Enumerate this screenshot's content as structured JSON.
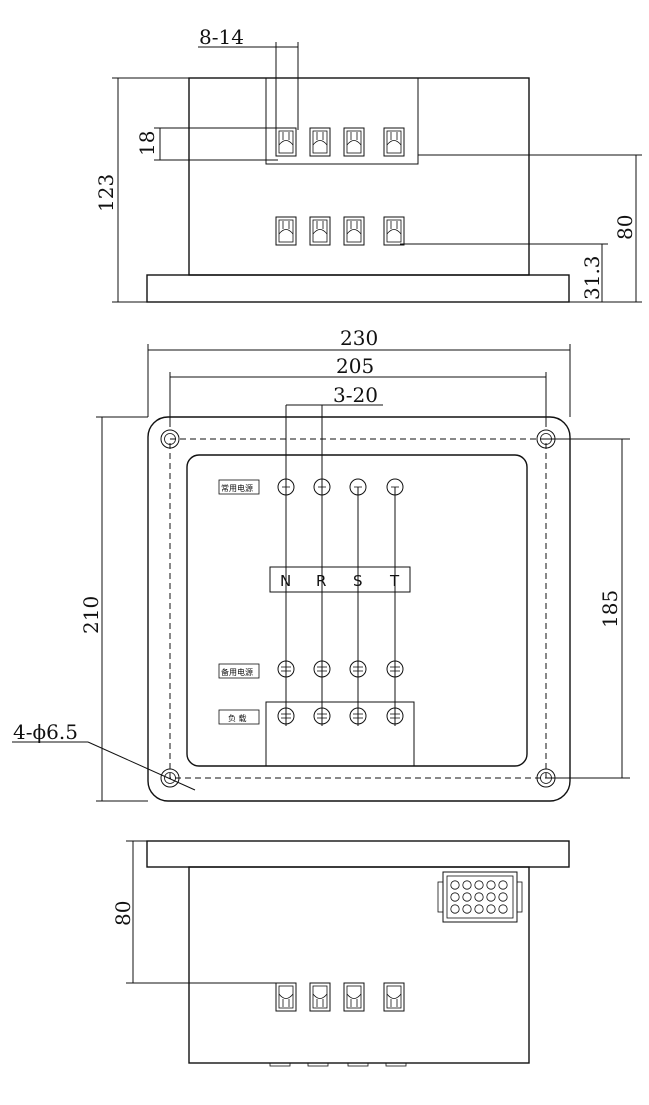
{
  "top_view": {
    "dim_8_14": "8-14",
    "dim_18": "18",
    "dim_123": "123",
    "dim_80": "80",
    "dim_31_3": "31.3"
  },
  "front_view": {
    "dim_230": "230",
    "dim_205": "205",
    "dim_3_20": "3-20",
    "dim_210": "210",
    "dim_185": "185",
    "dim_holes": "4-ϕ6.5",
    "label_primary_power": "常用电源",
    "label_backup_power": "备用电源",
    "label_load": "负 载",
    "phases": [
      "N",
      "R",
      "S",
      "T"
    ]
  },
  "bottom_view": {
    "dim_80": "80"
  }
}
